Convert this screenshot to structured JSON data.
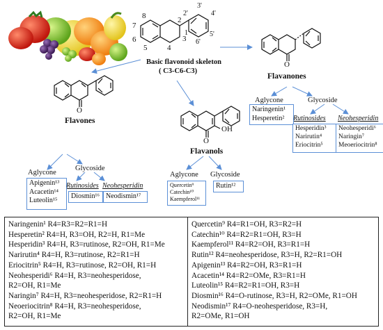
{
  "skeleton": {
    "title_line1": "Basic flavonoid skeleton",
    "title_line2": "( C3-C6-C3)",
    "atom_numbers": [
      "8",
      "7",
      "6",
      "5",
      "4",
      "3",
      "2",
      "1'",
      "2'",
      "3'",
      "4'",
      "5'",
      "6'"
    ]
  },
  "flavones": {
    "name": "Flavones",
    "aglycone_label": "Aglycone",
    "aglycone_items": [
      "Apigenin¹³",
      "Acacetin¹⁴",
      "Luteolin¹⁵"
    ],
    "glycoside_label": "Glycoside",
    "rutinosides_label": "Rutinosides",
    "rutinosides_items": [
      "Diosmin¹⁶"
    ],
    "neohesperidin_label": "Neohesperidin",
    "neohesperidin_items": [
      "Neodismin¹⁷"
    ],
    "carbonyl_label": "O"
  },
  "flavanols": {
    "name": "Flavanols",
    "aglycone_label": "Aglycone",
    "aglycone_items": [
      "Quercetin⁹",
      "Catechin¹⁰",
      "Kaempferol¹¹"
    ],
    "glycoside_label": "Glycoside",
    "glycoside_items": [
      "Rutin¹²"
    ],
    "carbonyl_label": "O",
    "oh_label": "OH"
  },
  "flavanones": {
    "name": "Flavanones",
    "aglycone_label": "Aglycone",
    "aglycone_items": [
      "Naringenin¹",
      "Hesperetin²"
    ],
    "glycoside_label": "Glycoside",
    "rutinosides_label": "Rutinosides",
    "rutinosides_items": [
      "Hesperidin³",
      "Narirutin⁴",
      "Eriocitrin⁵"
    ],
    "neohesperidin_label": "Neohesperidin",
    "neohesperidin_items": [
      "Neohesperidi⁶",
      "Naringin⁷",
      "Meoeriocitrin⁸"
    ],
    "carbonyl_label": "O"
  },
  "table": {
    "left": [
      "Naringenin¹ R4=R3=R2=R1=H",
      "Hesperetin² R4=H, R3=OH, R2=H, R1=Me",
      "Hesperidin³ R4=H, R3=rutinose, R2=OH, R1=Me",
      "Narirutin⁴ R4=H, R3=rutinose, R2=R1=H",
      "Eriocitrin⁵ R4=H, R3=rutinose, R2=OH, R1=H",
      "Neohesperidi⁶ R4=H, R3=neohesperidose,",
      "R2=OH, R1=Me",
      "Naringin⁷ R4=H, R3=neohesperidose, R2=R1=H",
      "Neoeriocitrin⁸ R4=H, R3=neohesperidose,",
      "R2=OH, R1=Me"
    ],
    "right": [
      "Quercetin⁹ R4=R1=OH, R3=R2=H",
      "Catechin¹⁰ R4=R2=R1=OH, R3=H",
      "Kaempferol¹¹ R4=R2=OH, R3=R1=H",
      "Rutin¹² R4=neohesperidose, R3=H, R2=R1=OH",
      "Apigenin¹³ R4=R2=OH, R3=R1=H",
      "Acacetin¹⁴ R4=R2=OMe, R3=R1=H",
      "Luteolin¹⁵ R4=R2=R1=OH, R3=H",
      "Diosmin¹⁶ R4=O-rutinose, R3=H, R2=OMe, R1=OH",
      "Neodismin¹⁷ R4=O-neohesperidose, R3=H,",
      "R2=OMe, R1=OH"
    ]
  }
}
